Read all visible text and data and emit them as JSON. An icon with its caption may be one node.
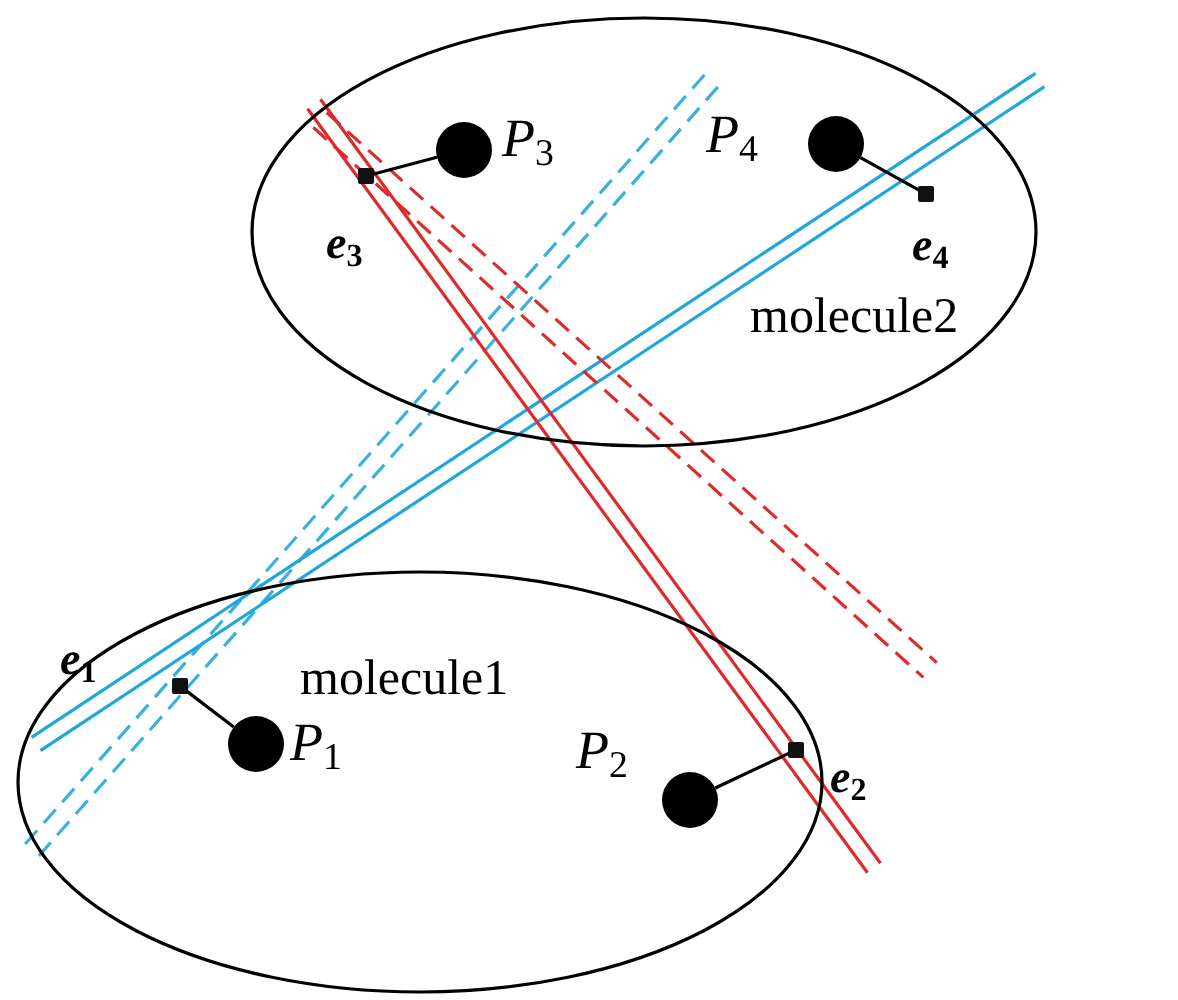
{
  "diagram": {
    "nodes": [
      {
        "text": [
          "molecule2"
        ]
      },
      {
        "text": [
          "*P*$_{3}$"
        ],
        "in": 0
      },
      {
        "text": [
          "e$_{3}$"
        ],
        "in": 0
      },
      {
        "text": [
          "*P*$_{4}$"
        ],
        "in": 0
      },
      {
        "text": [
          "e$_{4}$"
        ],
        "in": 0
      },
      {
        "text": [
          "molecule1"
        ]
      },
      {
        "text": [
          "e$_{1}$"
        ],
        "in": 5
      },
      {
        "text": [
          "*P*$_{1}$"
        ],
        "in": 5
      },
      {
        "text": [
          "*P*$_{2}$"
        ],
        "in": 5
      },
      {
        "text": [
          "e$_{2}$"
        ],
        "in": 5
      }
    ],
    "edges": [
      {
        "from": 1,
        "to": 2,
        "arrow": "none"
      },
      {
        "from": 3,
        "to": 4,
        "arrow": "none"
      },
      {
        "from": 7,
        "to": 6,
        "arrow": "none"
      },
      {
        "from": 8,
        "to": 9,
        "arrow": "none"
      }
    ]
  }
}
